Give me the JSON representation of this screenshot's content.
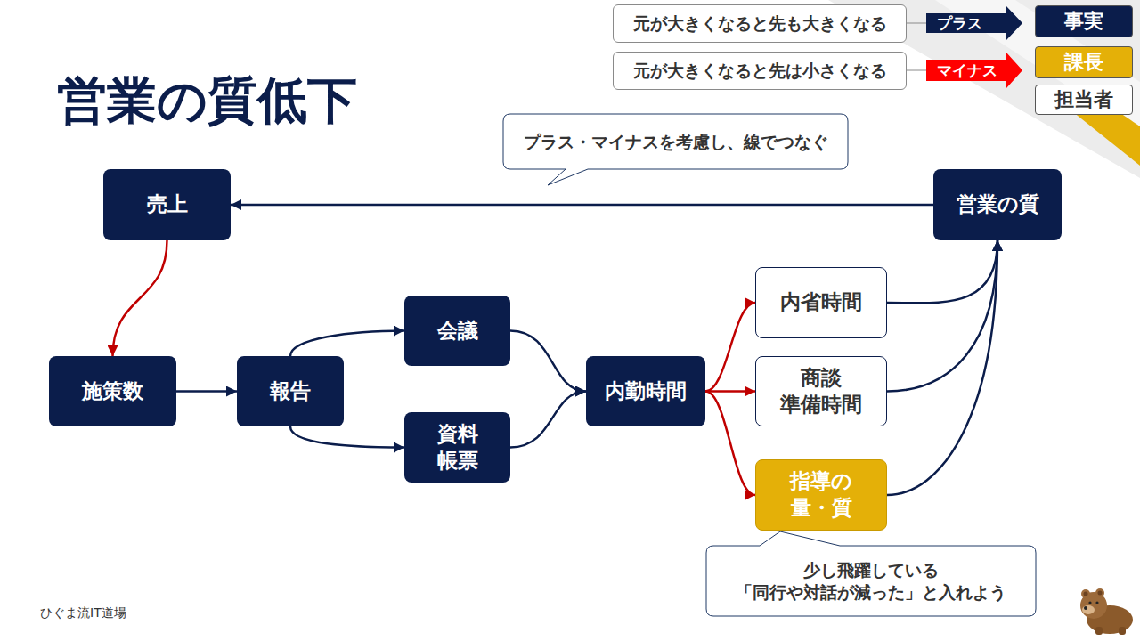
{
  "diagram": {
    "title": "営業の質低下",
    "nodes": [
      {
        "text": [
          "元が大きくなると先も大きくなる"
        ]
      },
      {
        "text": [
          "元が大きくなると先は小さくなる"
        ]
      },
      {
        "text": [
          "プラス・マイナスを考慮し、線でつなぐ"
        ]
      },
      {
        "text": [
          "売上"
        ]
      },
      {
        "text": [
          "営業の質"
        ]
      },
      {
        "text": [
          "施策数"
        ]
      },
      {
        "text": [
          "報告"
        ]
      },
      {
        "text": [
          "会議"
        ]
      },
      {
        "text": [
          "資料 帳票"
        ]
      },
      {
        "text": [
          "内勤時間"
        ]
      },
      {
        "text": [
          "内省時間"
        ]
      },
      {
        "text": [
          "商談 準備時間"
        ]
      },
      {
        "text": [
          "指導の 量・質"
        ]
      },
      {
        "text": [
          "少し飛躍している 「同行や対話が減った」と入れよう"
        ]
      }
    ],
    "edges": [
      {
        "from": 3,
        "to": 5,
        "arrow": "to"
      },
      {
        "from": 5,
        "to": 6,
        "arrow": "to"
      },
      {
        "from": 6,
        "to": 7,
        "arrow": "to"
      },
      {
        "from": 6,
        "to": 8,
        "arrow": "to"
      },
      {
        "from": 7,
        "to": 9,
        "arrow": "to"
      },
      {
        "from": 8,
        "to": 9,
        "arrow": "to"
      },
      {
        "from": 9,
        "to": 10,
        "arrow": "to"
      },
      {
        "from": 9,
        "to": 11,
        "arrow": "to"
      },
      {
        "from": 9,
        "to": 12,
        "arrow": "to"
      },
      {
        "from": 10,
        "to": 4,
        "arrow": "to"
      },
      {
        "from": 11,
        "to": 4,
        "arrow": "to"
      },
      {
        "from": 12,
        "to": 4,
        "arrow": "to"
      },
      {
        "from": 4,
        "to": 3,
        "arrow": "to"
      }
    ],
    "labels": [
      "ひぐま流IT道場"
    ],
    "legend": [
      {
        "text": "プラス"
      },
      {
        "text": "マイナス"
      },
      {
        "text": "事実",
        "color": "#0b1d4b"
      },
      {
        "text": "課長",
        "color": "#e4b008"
      },
      {
        "text": "担当者",
        "color": "#ffffff"
      }
    ]
  }
}
